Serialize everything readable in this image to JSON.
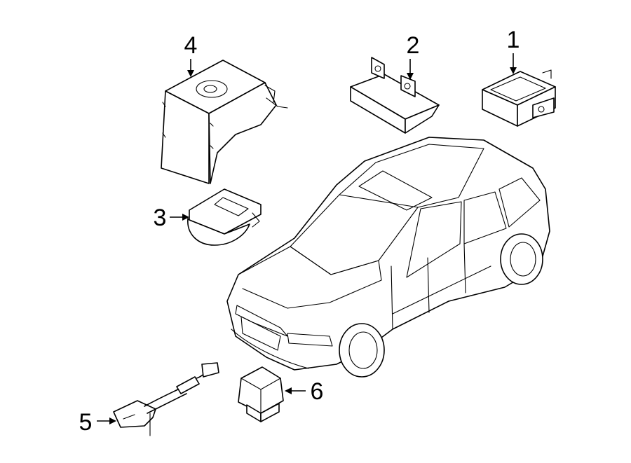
{
  "callouts": [
    {
      "id": "1",
      "label": "1"
    },
    {
      "id": "2",
      "label": "2"
    },
    {
      "id": "3",
      "label": "3"
    },
    {
      "id": "4",
      "label": "4"
    },
    {
      "id": "5",
      "label": "5"
    },
    {
      "id": "6",
      "label": "6"
    }
  ],
  "colors": {
    "line": "#000000",
    "background": "#ffffff"
  }
}
